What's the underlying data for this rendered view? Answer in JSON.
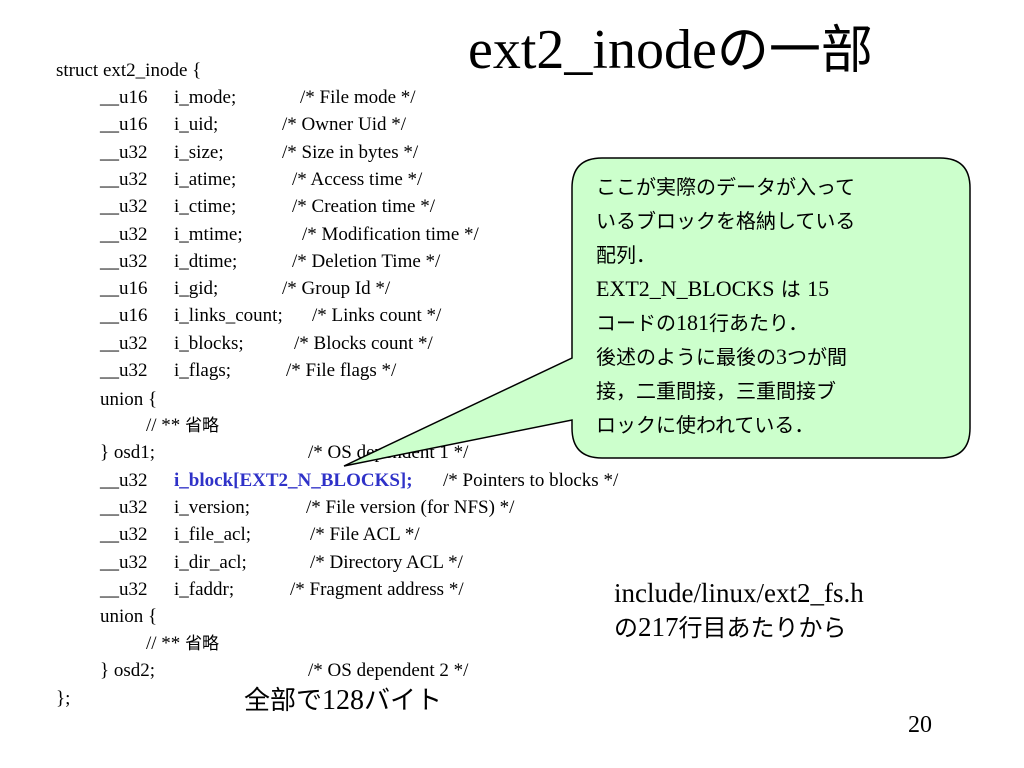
{
  "title": {
    "latin": "ext2_inode",
    "jp": "の一部"
  },
  "code": {
    "struct_open": "struct ext2_inode {",
    "fields": [
      {
        "type": "__u16",
        "name": "i_mode;",
        "comment": "/* File mode */"
      },
      {
        "type": "__u16",
        "name": "i_uid;",
        "comment": "/* Owner Uid */"
      },
      {
        "type": "__u32",
        "name": "i_size;",
        "comment": "/* Size in bytes */"
      },
      {
        "type": "__u32",
        "name": "i_atime;",
        "comment": "/* Access time */"
      },
      {
        "type": "__u32",
        "name": "i_ctime;",
        "comment": "/* Creation time */"
      },
      {
        "type": "__u32",
        "name": "i_mtime;",
        "comment": "/* Modification time */"
      },
      {
        "type": "__u32",
        "name": "i_dtime;",
        "comment": "/* Deletion Time */"
      },
      {
        "type": "__u16",
        "name": "i_gid;",
        "comment": "/* Group Id */"
      },
      {
        "type": "__u16",
        "name": "i_links_count;",
        "comment": "/* Links count */"
      },
      {
        "type": "__u32",
        "name": "i_blocks;",
        "comment": "/* Blocks count */"
      },
      {
        "type": "__u32",
        "name": "i_flags;",
        "comment": "/* File flags */"
      }
    ],
    "union1_open": "union {",
    "union1_comment_prefix": "// **",
    "union1_comment_jp": "省略",
    "osd1_name": "} osd1;",
    "osd1_comment": "/* OS dependent 1 */",
    "block_type": "__u32",
    "block_name": "i_block[EXT2_N_BLOCKS];",
    "block_comment": "/* Pointers to blocks */",
    "fields2": [
      {
        "type": "__u32",
        "name": "i_version;",
        "comment": "/* File version (for NFS) */"
      },
      {
        "type": "__u32",
        "name": "i_file_acl;",
        "comment": "/* File ACL */"
      },
      {
        "type": "__u32",
        "name": "i_dir_acl;",
        "comment": "/* Directory ACL */"
      },
      {
        "type": "__u32",
        "name": "i_faddr;",
        "comment": "/* Fragment address */"
      }
    ],
    "union2_open": "union {",
    "union2_comment_prefix": "// **",
    "union2_comment_jp": "省略",
    "osd2_name": "} osd2;",
    "osd2_comment": "/* OS dependent 2 */",
    "struct_close": "};"
  },
  "callout": {
    "line1": "ここが実際のデータが入って",
    "line2": "いるブロックを格納している",
    "line3": "配列．",
    "line4_a": "EXT2_N_BLOCKS",
    "line4_b": " は ",
    "line4_c": "15",
    "line5_a": "コードの",
    "line5_b": "181",
    "line5_c": "行あたり．",
    "line6_a": "後述のように最後の",
    "line6_b": "3",
    "line6_c": "つが間",
    "line7": "接，二重間接，三重間接ブ",
    "line8": "ロックに使われている．",
    "fill": "#ccffcc"
  },
  "source": {
    "path": "include/linux/ext2_fs.h",
    "line2_a": "の",
    "line2_b": "217",
    "line2_c": "行目あたりから"
  },
  "total": {
    "a": "全部で",
    "b": "128",
    "c": "バイト"
  },
  "page_number": "20",
  "colors": {
    "highlight": "#2f32c8"
  }
}
